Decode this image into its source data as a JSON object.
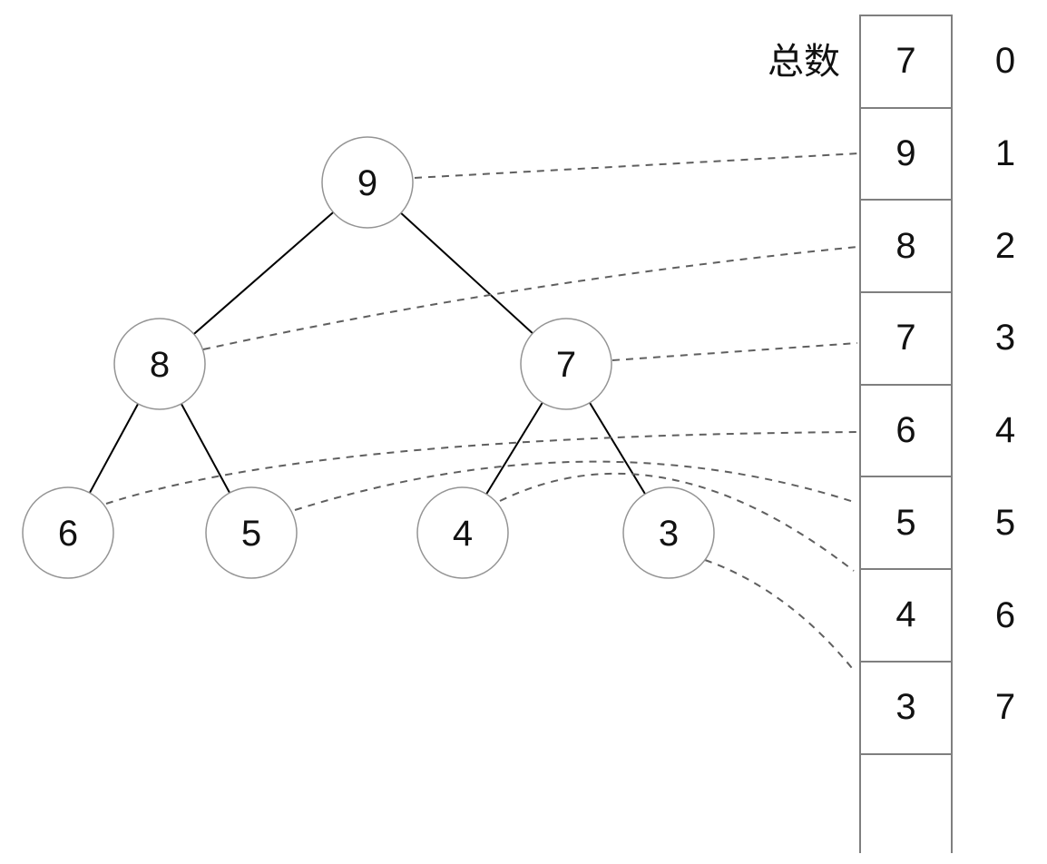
{
  "title_label": "总数",
  "array": {
    "cells": [
      {
        "value": "7",
        "index": "0"
      },
      {
        "value": "9",
        "index": "1"
      },
      {
        "value": "8",
        "index": "2"
      },
      {
        "value": "7",
        "index": "3"
      },
      {
        "value": "6",
        "index": "4"
      },
      {
        "value": "5",
        "index": "5"
      },
      {
        "value": "4",
        "index": "6"
      },
      {
        "value": "3",
        "index": "7"
      }
    ],
    "trailing_empty_cell": ""
  },
  "tree": {
    "nodes": [
      {
        "value": "9"
      },
      {
        "value": "8"
      },
      {
        "value": "7"
      },
      {
        "value": "6"
      },
      {
        "value": "5"
      },
      {
        "value": "4"
      },
      {
        "value": "3"
      }
    ],
    "edges": [
      [
        "9",
        "8"
      ],
      [
        "9",
        "7"
      ],
      [
        "8",
        "6"
      ],
      [
        "8",
        "5"
      ],
      [
        "7",
        "4"
      ],
      [
        "7",
        "3"
      ]
    ],
    "node_to_array_links": [
      {
        "node": "9",
        "array_index": "1"
      },
      {
        "node": "8",
        "array_index": "2"
      },
      {
        "node": "7",
        "array_index": "3"
      },
      {
        "node": "6",
        "array_index": "4"
      },
      {
        "node": "5",
        "array_index": "5"
      },
      {
        "node": "4",
        "array_index": "6"
      },
      {
        "node": "3",
        "array_index": "7"
      }
    ]
  },
  "colors": {
    "node_stroke": "#949494",
    "tree_edge": "#000000",
    "dashed_link": "#5f5f5f",
    "array_border": "#7f7f7f",
    "text": "#111111",
    "background": "#ffffff"
  }
}
